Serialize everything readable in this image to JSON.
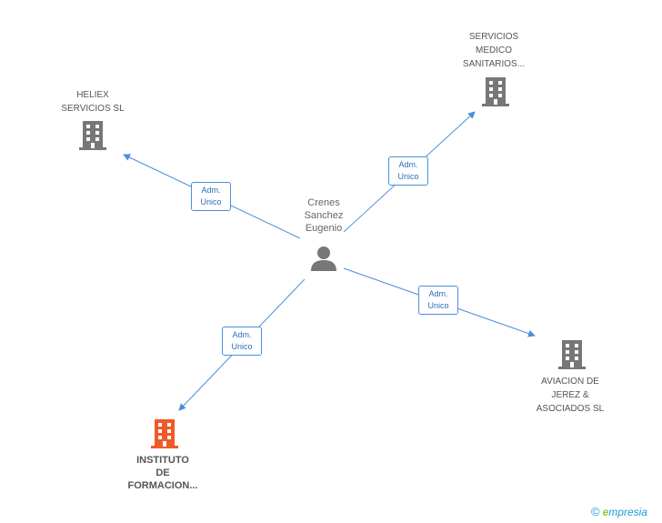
{
  "center": {
    "name": [
      "Crenes",
      "Sanchez",
      "Eugenio"
    ]
  },
  "nodes": [
    {
      "id": "heliex",
      "lines": [
        "HELIEX",
        "SERVICIOS SL"
      ]
    },
    {
      "id": "servicios",
      "lines": [
        "SERVICIOS",
        "MEDICO",
        "SANITARIOS..."
      ]
    },
    {
      "id": "aviacion",
      "lines": [
        "AVIACION DE",
        "JEREZ &",
        "ASOCIADOS SL"
      ]
    },
    {
      "id": "instituto",
      "lines": [
        "INSTITUTO",
        "DE",
        "FORMACION..."
      ]
    }
  ],
  "edges": [
    {
      "to": "heliex",
      "label": [
        "Adm.",
        "Unico"
      ]
    },
    {
      "to": "servicios",
      "label": [
        "Adm.",
        "Unico"
      ]
    },
    {
      "to": "aviacion",
      "label": [
        "Adm.",
        "Unico"
      ]
    },
    {
      "to": "instituto",
      "label": [
        "Adm.",
        "Unico"
      ]
    }
  ],
  "colors": {
    "edge": "#4a90d9",
    "building": "#777777",
    "focus_building": "#f05a28",
    "person": "#777777"
  },
  "brand": {
    "copyright": "©",
    "initial": "e",
    "rest": "mpresia"
  }
}
